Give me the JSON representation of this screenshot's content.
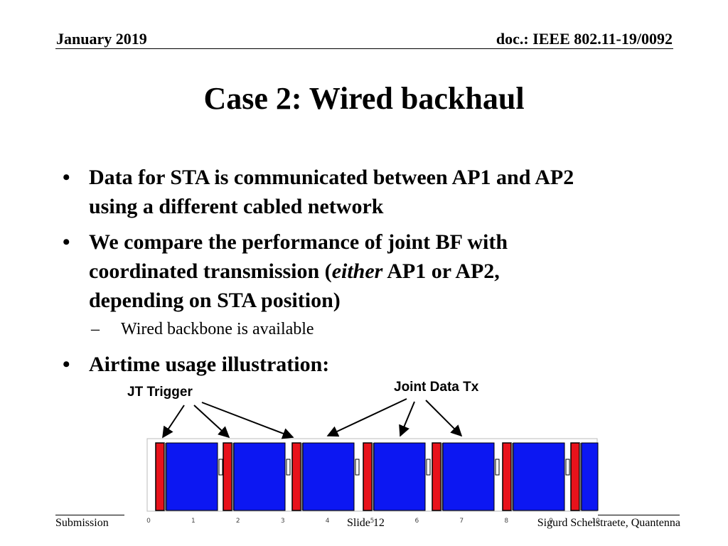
{
  "header": {
    "date": "January 2019",
    "doc": "doc.: IEEE 802.11-19/0092"
  },
  "title": "Case 2: Wired backhaul",
  "bullets": [
    {
      "symbol": "•",
      "line1": "Data for STA is communicated between AP1 and AP2",
      "line2": "using a different cabled network"
    },
    {
      "symbol": "•",
      "line1": "We compare the performance of joint BF with",
      "line2a": "coordinated transmission (",
      "emph": "either",
      "line2b": " AP1 or AP2,",
      "line3": "depending on STA position)"
    },
    {
      "symbol": "•",
      "line1": "Airtime usage illustration:"
    }
  ],
  "sub_bullet": {
    "symbol": "–",
    "text": "Wired backbone is available"
  },
  "diagram": {
    "label_trigger": "JT Trigger",
    "label_data": "Joint Data Tx",
    "axis_ticks": [
      "0",
      "1",
      "2",
      "3",
      "4",
      "5",
      "6",
      "7",
      "8",
      "9",
      "10"
    ],
    "colors": {
      "trigger": "#e8121b",
      "data": "#0c17f2",
      "outline": "#000000"
    }
  },
  "footer": {
    "left": "Submission",
    "center": "Slide 12",
    "right": "Sigurd Schelstraete, Quantenna"
  }
}
